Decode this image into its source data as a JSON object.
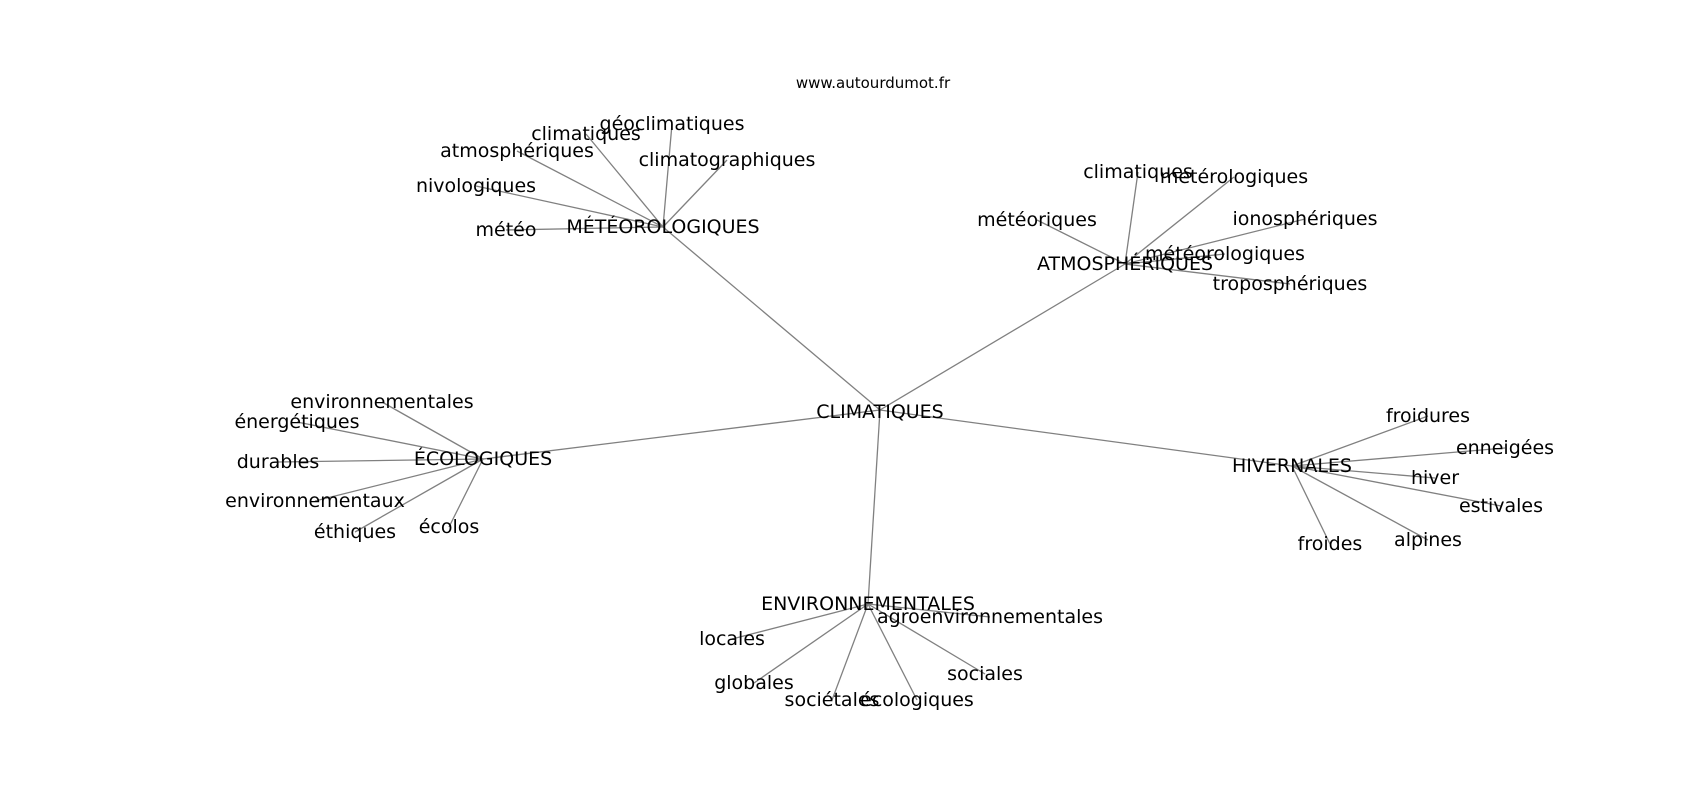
{
  "source": "www.autourdumot.fr",
  "center": "CLIMATIQUES",
  "clusters": [
    {
      "hub": "MÉTÉOROLOGIQUES",
      "words": [
        "géoclimatiques",
        "climatiques",
        "atmosphériques",
        "climatographiques",
        "nivologiques",
        "météo"
      ]
    },
    {
      "hub": "ATMOSPHÉRIQUES",
      "words": [
        "climatiques",
        "metérologiques",
        "météoriques",
        "ionosphériques",
        "météorologiques",
        "troposphériques"
      ]
    },
    {
      "hub": "ÉCOLOGIQUES",
      "words": [
        "environnementales",
        "énergétiques",
        "durables",
        "environnementaux",
        "éthiques",
        "écolos"
      ]
    },
    {
      "hub": "HIVERNALES",
      "words": [
        "froidures",
        "enneigées",
        "hiver",
        "estivales",
        "alpines",
        "froides"
      ]
    },
    {
      "hub": "ENVIRONNEMENTALES",
      "words": [
        "agroenvironnementales",
        "locales",
        "globales",
        "sociétales",
        "écologiques",
        "sociales"
      ]
    }
  ]
}
